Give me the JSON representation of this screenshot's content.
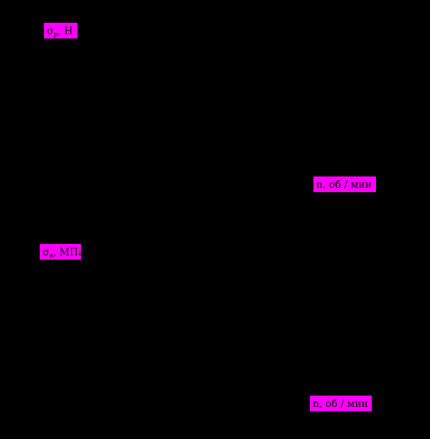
{
  "chart_data": [
    {
      "type": "line",
      "ylabel": {
        "symbol": "σ",
        "subscript": "р",
        "unit": ", Н"
      },
      "xlabel": "n, об / мин",
      "series": []
    },
    {
      "type": "line",
      "ylabel": {
        "symbol": "σ",
        "subscript": "в",
        "unit": ", МПа"
      },
      "xlabel": "n, об / мин",
      "series": []
    }
  ],
  "colors": {
    "background": "#000000",
    "label_highlight": "#ff00ff",
    "label_text": "#000000"
  }
}
